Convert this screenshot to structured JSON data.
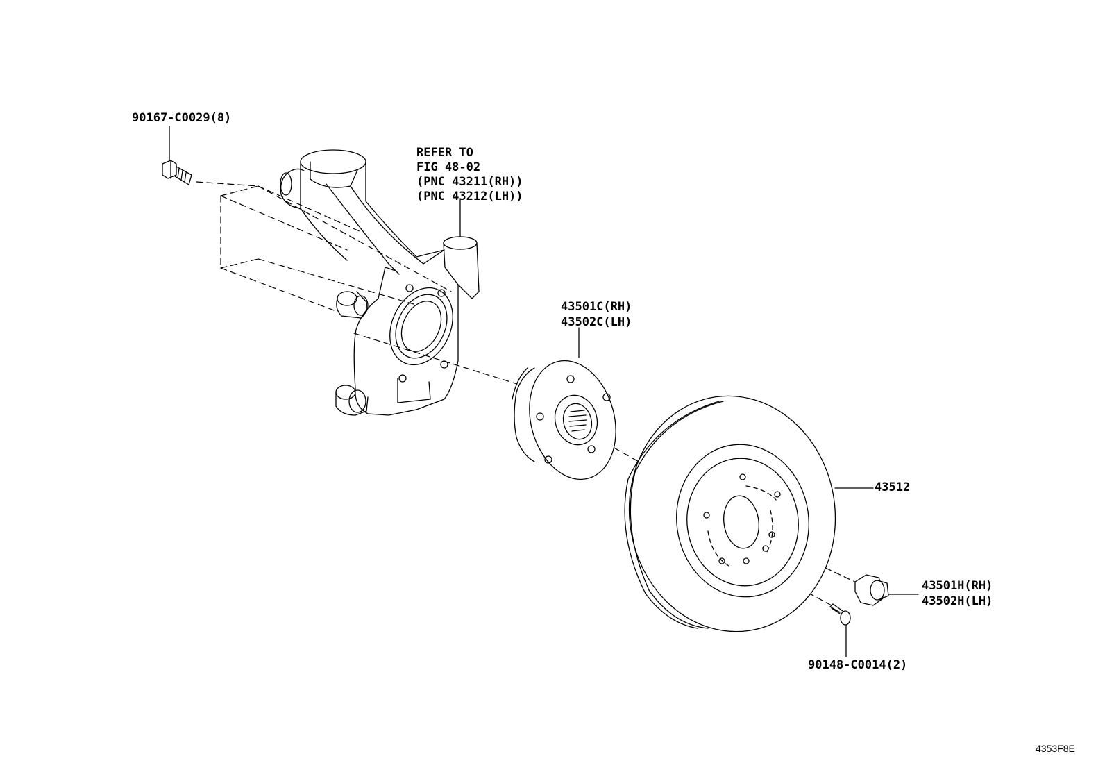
{
  "labels": {
    "bolt_top": "90167-C0029(8)",
    "refer_1": "REFER TO",
    "refer_2": "FIG 48-02",
    "refer_3": "(PNC 43211(RH))",
    "refer_4": "(PNC 43212(LH))",
    "hub_rh": "43501C(RH)",
    "hub_lh": "43502C(LH)",
    "rotor": "43512",
    "nut_rh": "43501H(RH)",
    "nut_lh": "43502H(LH)",
    "screw": "90148-C0014(2)"
  },
  "figure_code": "4353F8E"
}
